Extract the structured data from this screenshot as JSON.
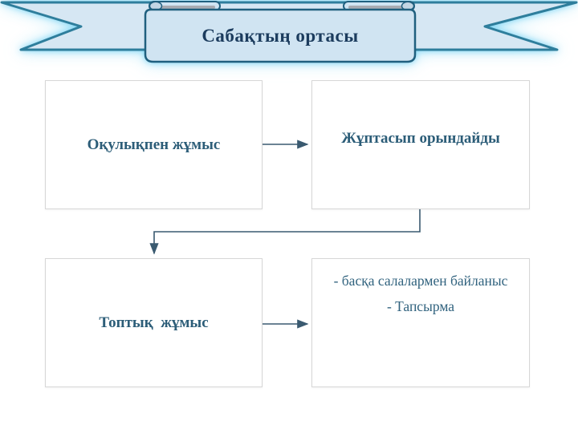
{
  "slide": {
    "banner": {
      "title": "Сабақтың ортасы"
    },
    "nodes": {
      "textbook": {
        "label": "Оқулықпен жұмыс"
      },
      "pairs": {
        "label": "Жұптасып орындайды"
      },
      "group": {
        "label": "Топтық  жұмыс"
      },
      "tasks": {
        "line1": "- басқа салалармен байланыс",
        "line2": "- Тапсырма"
      }
    },
    "connectors": [
      {
        "from": "textbook",
        "to": "pairs",
        "type": "straight-arrow"
      },
      {
        "from": "pairs",
        "to": "group",
        "type": "elbow-arrow"
      },
      {
        "from": "group",
        "to": "tasks",
        "type": "straight-arrow"
      }
    ],
    "colors": {
      "ribbon_fill": "#d6e7f3",
      "ribbon_border": "#2e7e9c",
      "scroll_fill": "#d0e4f2",
      "scroll_border": "#20607f",
      "roll_shadow": "#a8abb2",
      "glow": "#8fd8f2",
      "title_text": "#1c3c5e",
      "node_text": "#2c5d78",
      "node_border": "#d7d7d7",
      "connector": "#3a5a70"
    }
  }
}
